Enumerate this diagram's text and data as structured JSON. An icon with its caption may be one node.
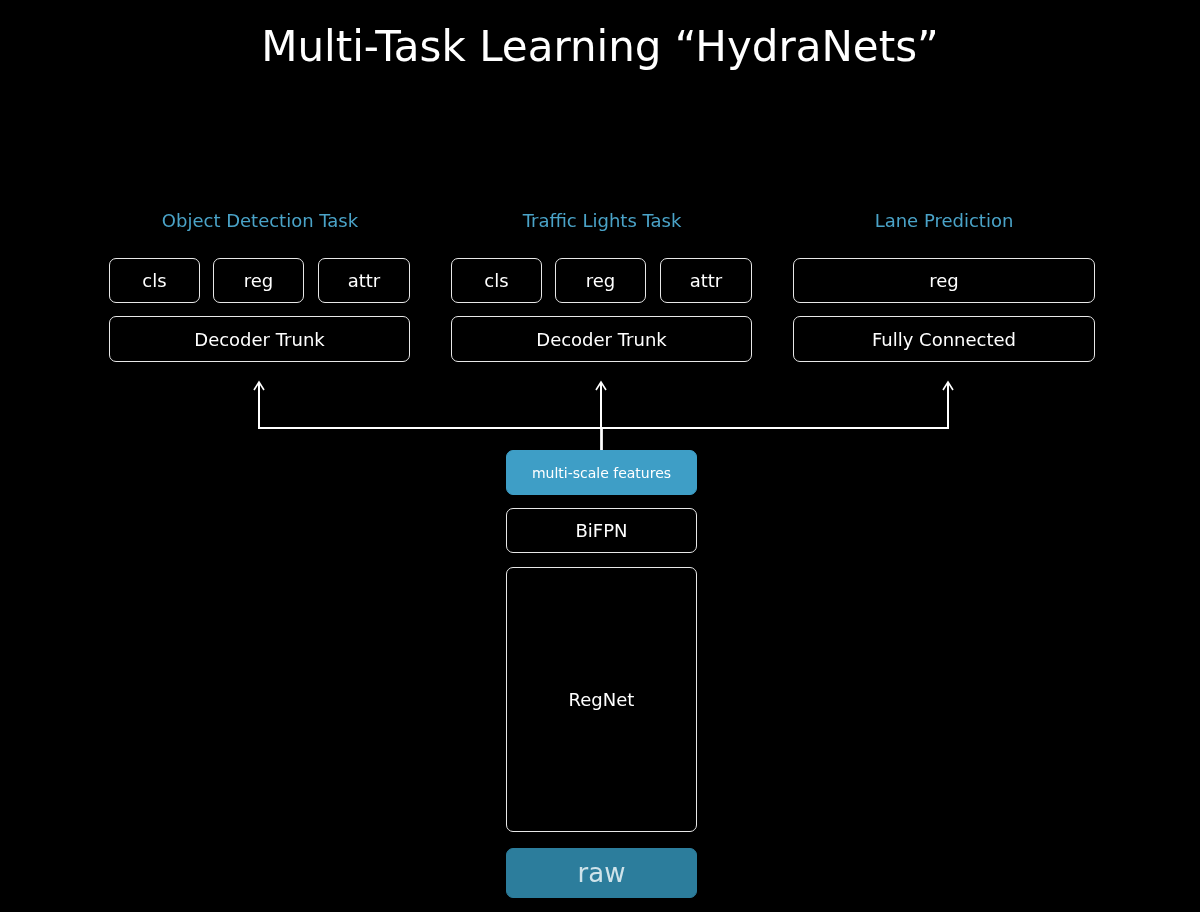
{
  "diagram": {
    "title": "Multi-Task Learning “HydraNets”",
    "nodes": [
      {
        "text": [
          "cls"
        ]
      },
      {
        "text": [
          "reg"
        ]
      },
      {
        "text": [
          "attr"
        ]
      },
      {
        "text": [
          "Decoder Trunk"
        ]
      },
      {
        "text": [
          "cls"
        ]
      },
      {
        "text": [
          "reg"
        ]
      },
      {
        "text": [
          "attr"
        ]
      },
      {
        "text": [
          "Decoder Trunk"
        ]
      },
      {
        "text": [
          "reg"
        ]
      },
      {
        "text": [
          "Fully Connected"
        ]
      },
      {
        "text": [
          "multi-scale features"
        ]
      },
      {
        "text": [
          "BiFPN"
        ]
      },
      {
        "text": [
          "RegNet"
        ]
      },
      {
        "text": [
          "raw"
        ]
      }
    ],
    "edges": [
      {
        "from": 10,
        "to": 3,
        "arrow": "to"
      },
      {
        "from": 10,
        "to": 7,
        "arrow": "to"
      },
      {
        "from": 10,
        "to": 9,
        "arrow": "to"
      }
    ],
    "labels": [
      "Object Detection Task",
      "Traffic Lights Task",
      "Lane Prediction"
    ]
  }
}
